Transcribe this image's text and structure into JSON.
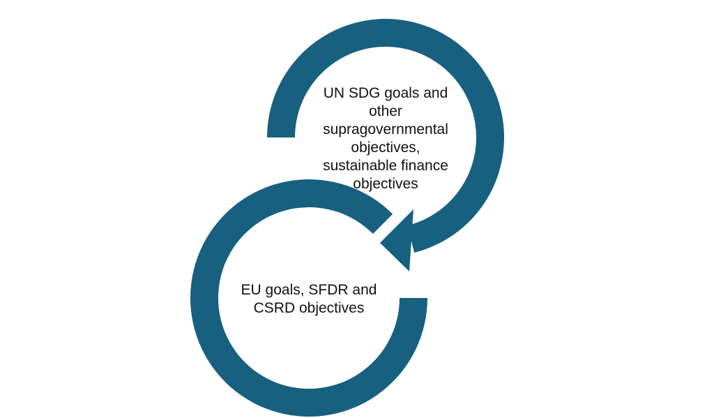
{
  "colors": {
    "ring": "#17607f",
    "text": "#111111"
  },
  "top_cycle": {
    "lines": [
      "UN SDG goals and",
      "other",
      "supragovernmental",
      "objectives,",
      "sustainable finance",
      "objectives"
    ]
  },
  "bottom_cycle": {
    "lines": [
      "EU goals, SFDR and",
      "CSRD objectives"
    ]
  }
}
